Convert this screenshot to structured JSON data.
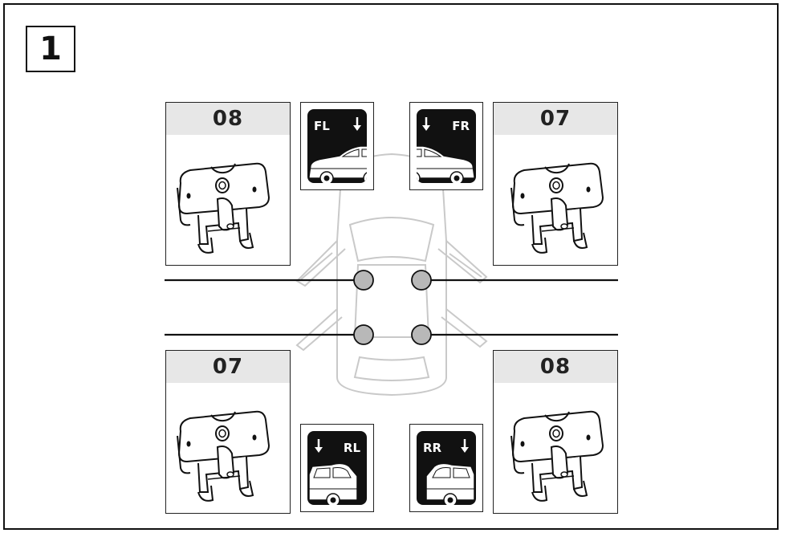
{
  "step_number": "1",
  "parts": {
    "top_left_code": "08",
    "top_right_code": "07",
    "bottom_left_code": "07",
    "bottom_right_code": "08"
  },
  "positions": {
    "front_left": "FL",
    "front_right": "FR",
    "rear_left": "RL",
    "rear_right": "RR"
  },
  "colors": {
    "line": "#111111",
    "marker_fill": "#b8b8b8",
    "car_outline": "#c4c4c4",
    "header_bg": "#e7e7e7"
  }
}
